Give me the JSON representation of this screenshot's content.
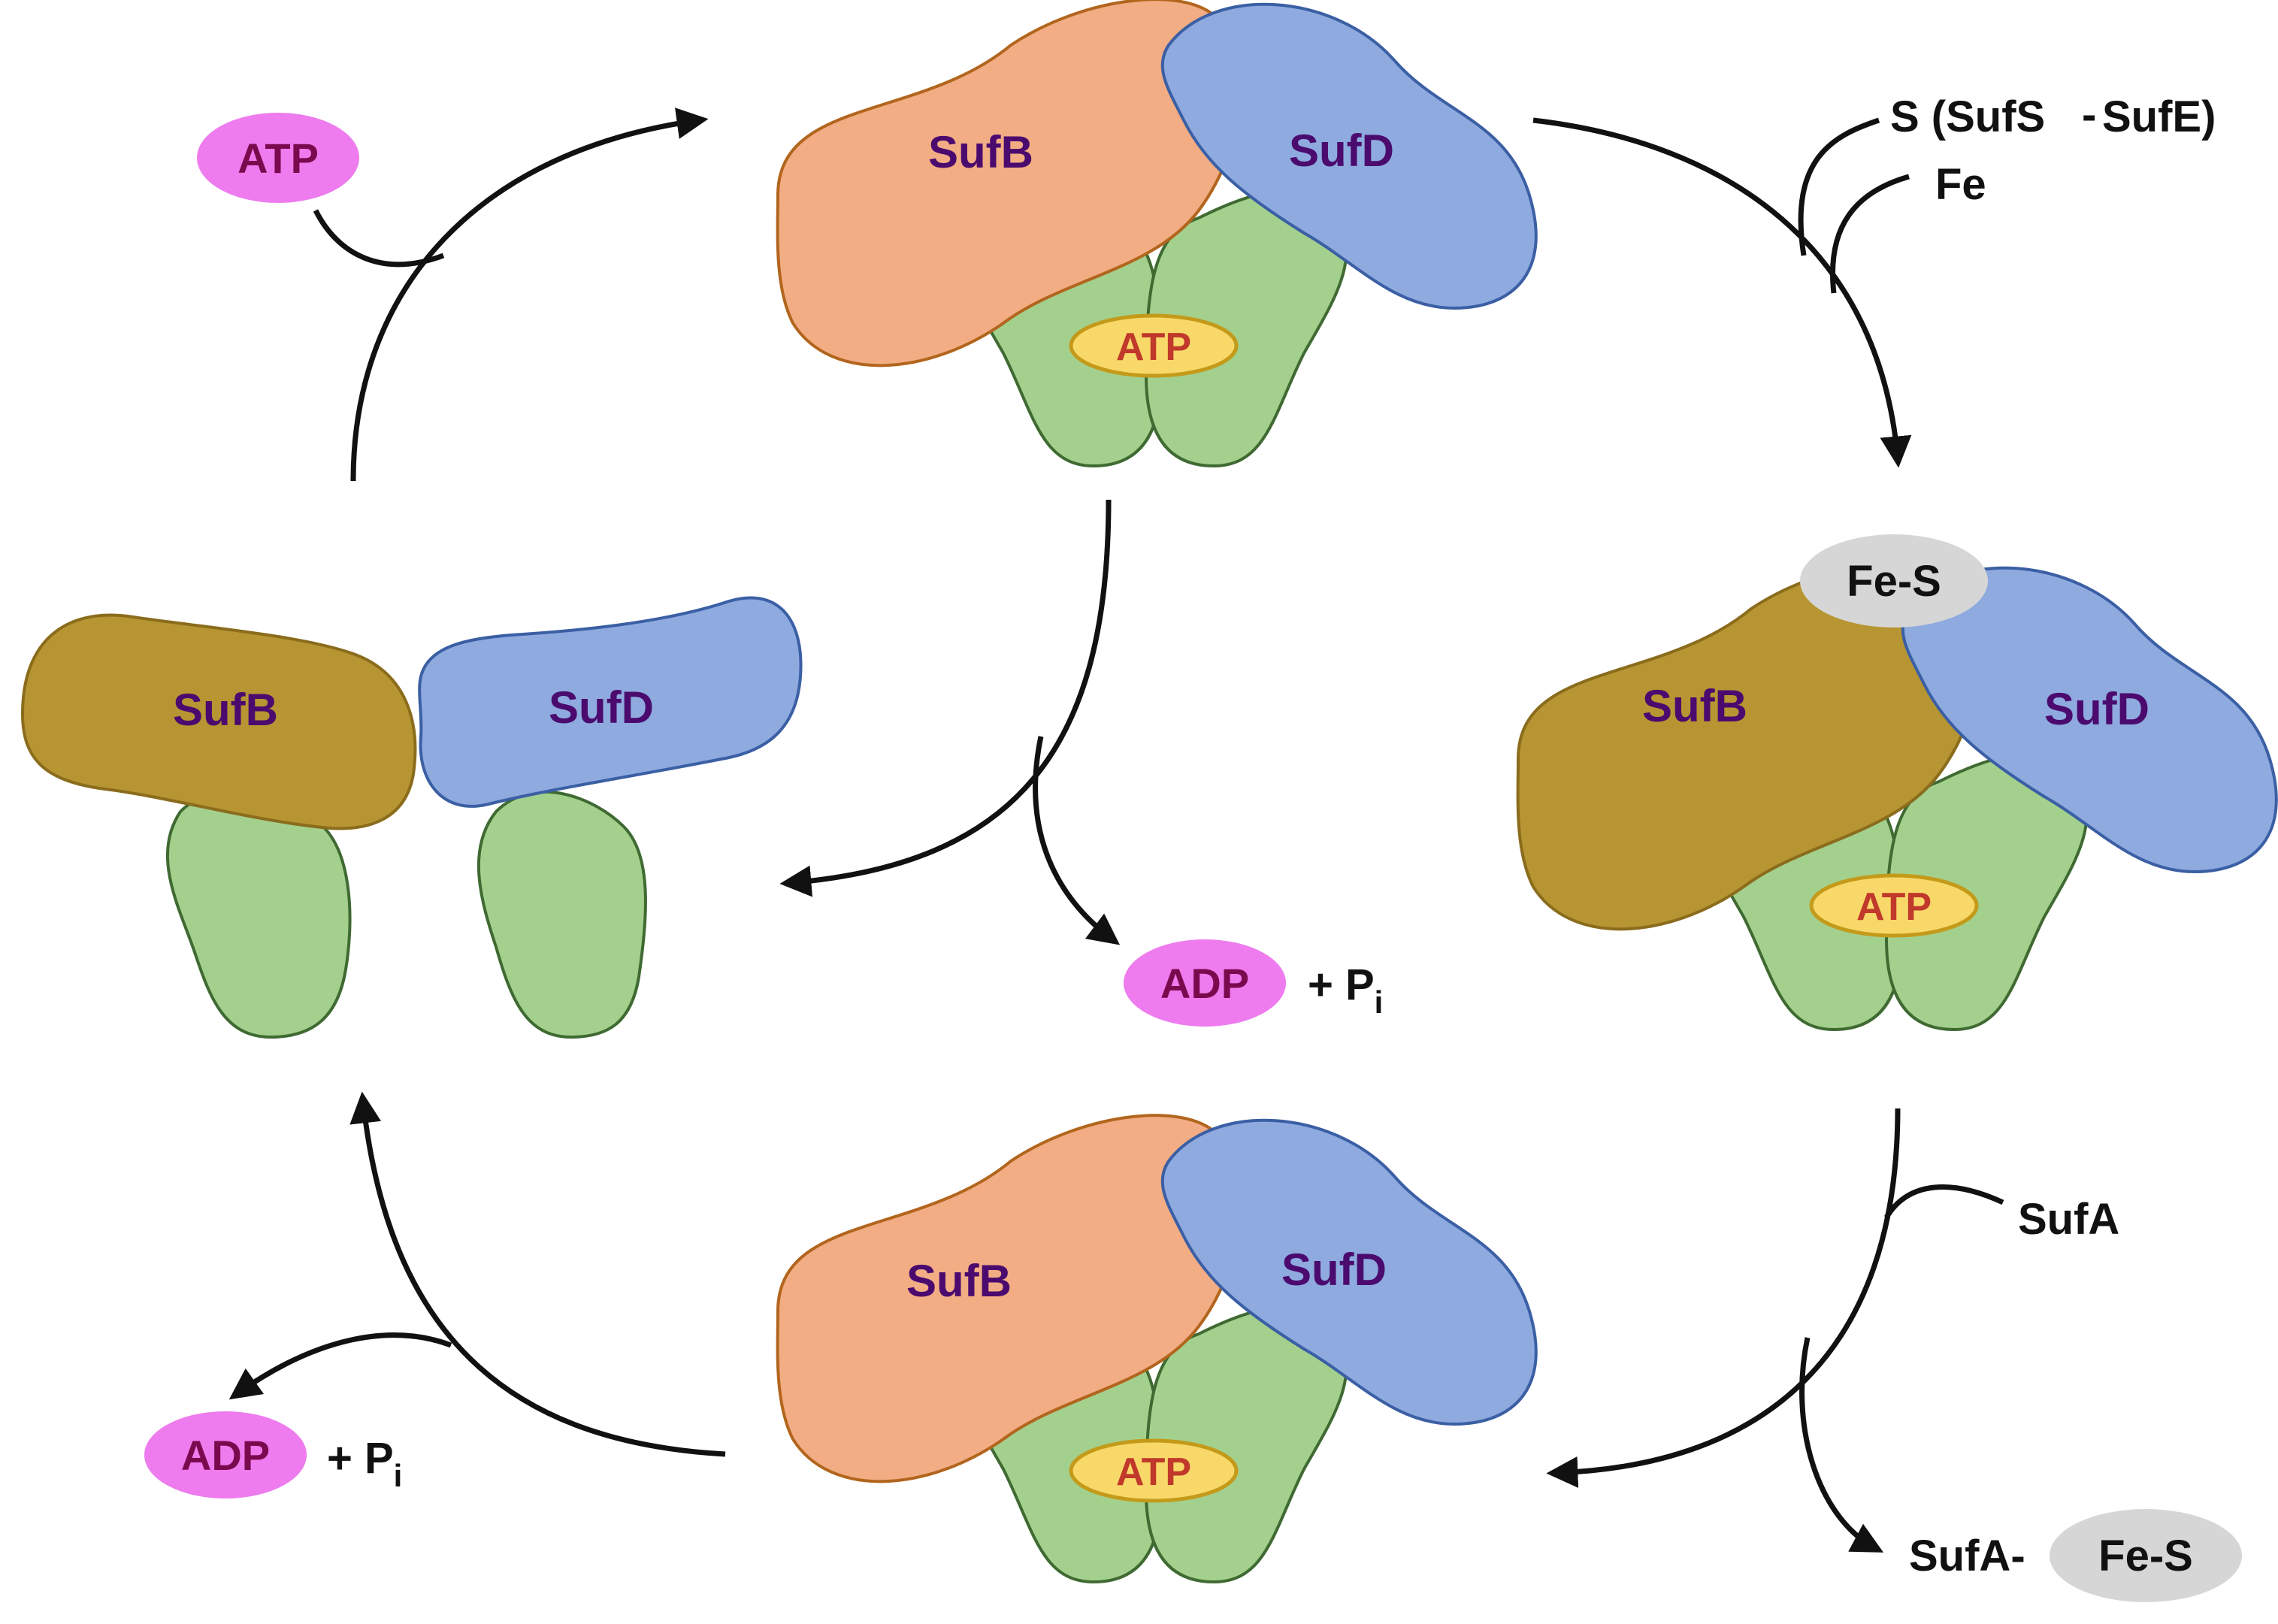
{
  "colors": {
    "sufB_orange": "#f2ad84",
    "sufB_olive": "#b79532",
    "sufD_blue": "#8eaadf",
    "sufC_green": "#a4d08e",
    "atp_yellow": "#f9d86a",
    "nucleotide_pink": "#ee7cee",
    "fes_grey": "#d6d6d6",
    "label_purple": "#4b0a6e",
    "arrow_black": "#111111"
  },
  "complexes": {
    "top": {
      "sufB": "SufB",
      "sufD": "SufD",
      "atp": "ATP"
    },
    "right": {
      "sufB": "SufB",
      "sufD": "SufD",
      "atp": "ATP",
      "cluster": "Fe-S"
    },
    "bottom": {
      "sufB": "SufB",
      "sufD": "SufD",
      "atp": "ATP"
    },
    "left": {
      "sufB": "SufB",
      "sufD": "SufD"
    }
  },
  "inputs": {
    "atp": "ATP",
    "sulfur": "S (SufS",
    "sulfur_dash": "-",
    "sulfur_donor": "SufE)",
    "iron": "Fe",
    "sufA": "SufA"
  },
  "outputs": {
    "center_adp": "ADP",
    "center_pi_prefix": "+ P",
    "center_pi_sub": "i",
    "left_adp": "ADP",
    "left_pi_prefix": "+ P",
    "left_pi_sub": "i",
    "sufA_product": "SufA-",
    "sufA_cluster": "Fe-S"
  }
}
